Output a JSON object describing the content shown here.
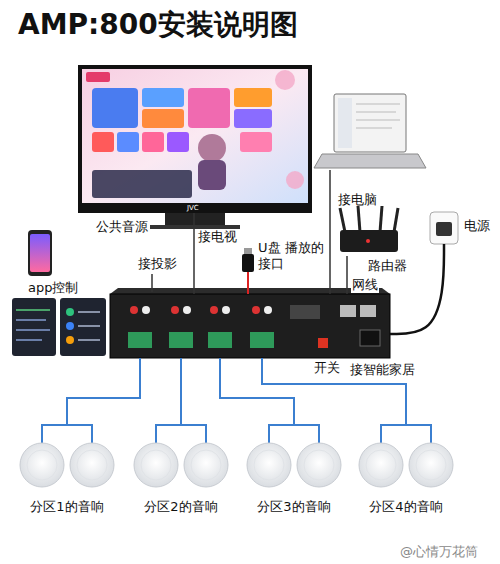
{
  "diagram": {
    "title": "AMP:800安装说明图",
    "nodes": [
      {
        "text": [
          "公共音源"
        ]
      },
      {
        "text": [
          "接电脑"
        ]
      },
      {
        "text": [
          "app控制"
        ]
      },
      {
        "text": [
          "U盘 播放的接口"
        ]
      },
      {
        "text": [
          "路由器"
        ]
      },
      {
        "text": [
          "电源"
        ]
      },
      {
        "text": [
          "开关"
        ]
      },
      {
        "text": [
          "分区1的音响"
        ]
      },
      {
        "text": [
          "分区2的音响"
        ]
      },
      {
        "text": [
          "分区3的音响"
        ]
      },
      {
        "text": [
          "分区4的音响"
        ]
      }
    ],
    "edges": [
      {
        "from": 0,
        "to": 6,
        "label": "接电视",
        "arrow": "none"
      },
      {
        "from": 1,
        "to": 6,
        "arrow": "none"
      },
      {
        "from": 3,
        "to": 6,
        "arrow": "none"
      },
      {
        "from": 4,
        "to": 6,
        "label": "网线",
        "arrow": "none"
      },
      {
        "from": 5,
        "to": 6,
        "arrow": "none"
      },
      {
        "from": 6,
        "to": 7,
        "arrow": "none"
      },
      {
        "from": 6,
        "to": 8,
        "arrow": "none"
      },
      {
        "from": 6,
        "to": 9,
        "arrow": "none"
      },
      {
        "from": 6,
        "to": 10,
        "arrow": "none"
      }
    ],
    "labels": [
      "JVC",
      "接投影",
      "接智能家居",
      "@心情万花筒"
    ]
  }
}
